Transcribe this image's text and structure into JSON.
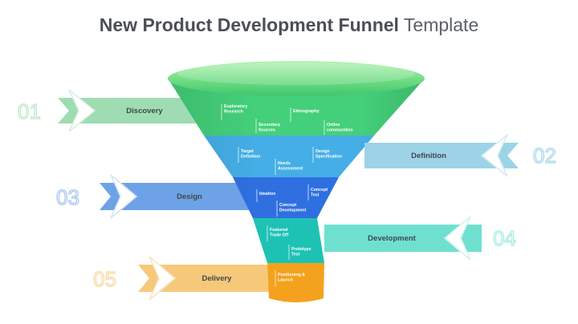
{
  "title": {
    "bold": "New Product Development Funnel",
    "light": "Template"
  },
  "stages": [
    {
      "number": "01",
      "label": "Discovery",
      "color": "#9fdcb1",
      "number_color": "#bfe8cc"
    },
    {
      "number": "02",
      "label": "Definition",
      "color": "#9dd3e7",
      "number_color": "#a9d7ea"
    },
    {
      "number": "03",
      "label": "Design",
      "color": "#6ea2e6",
      "number_color": "#a9c6ef"
    },
    {
      "number": "04",
      "label": "Development",
      "color": "#6fe0d0",
      "number_color": "#a7ece2"
    },
    {
      "number": "05",
      "label": "Delivery",
      "color": "#f6c97a",
      "number_color": "#f8d9a4"
    }
  ],
  "funnel": {
    "levels": [
      {
        "color": "#44d07a",
        "notes": [
          {
            "lines": [
              "Exploratory",
              "Research"
            ]
          },
          {
            "lines": [
              "Ethnography"
            ]
          },
          {
            "lines": [
              "Secondary",
              "Sources"
            ]
          },
          {
            "lines": [
              "Online",
              "communities"
            ]
          }
        ]
      },
      {
        "color": "#45aee6",
        "notes": [
          {
            "lines": [
              "Target",
              "Definition"
            ]
          },
          {
            "lines": [
              "Design",
              "Specification"
            ]
          },
          {
            "lines": [
              "Needs",
              "Assessment"
            ]
          }
        ]
      },
      {
        "color": "#2f6fe0",
        "notes": [
          {
            "lines": [
              "Ideation"
            ]
          },
          {
            "lines": [
              "Concept",
              "Test"
            ]
          },
          {
            "lines": [
              "Concept",
              "Development"
            ]
          }
        ]
      },
      {
        "color": "#1ec2b4",
        "notes": [
          {
            "lines": [
              "Featured",
              "Trade Off"
            ]
          },
          {
            "lines": [
              "Prototype",
              "Test"
            ]
          }
        ]
      },
      {
        "color": "#f4a21d",
        "notes": [
          {
            "lines": [
              "Positioning &",
              "Launch"
            ]
          }
        ]
      }
    ],
    "rim_color": "#8be89e"
  }
}
